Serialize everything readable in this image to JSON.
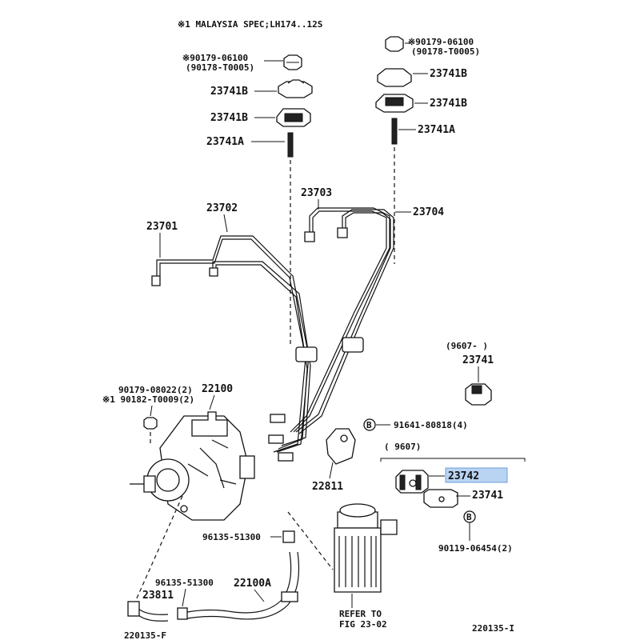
{
  "header": {
    "note": "※1 MALAYSIA SPEC;LH174..12S"
  },
  "labels": {
    "p90179_06100_left": "※90179-06100",
    "p90178_t0005_left": "(90178-T0005)",
    "p23741b_left_top": "23741B",
    "p23741b_left_bot": "23741B",
    "p23741a_left": "23741A",
    "p90179_06100_right": "※90179-06100",
    "p90178_t0005_right": "(90178-T0005)",
    "p23741b_right_top": "23741B",
    "p23741b_right_bot": "23741B",
    "p23741a_right": "23741A",
    "p23703": "23703",
    "p23704": "23704",
    "p23702": "23702",
    "p23701": "23701",
    "range_9607_open": "(9607-    )",
    "p23741_upper": "23741",
    "p90179_08022": "90179-08022(2)",
    "p22100": "22100",
    "p90182_t0009": "※1 90182-T0009(2)",
    "p91641_80818": "91641-80818(4)",
    "range_9607_close": "(     9607)",
    "p23742": "23742",
    "p23741_lower": "23741",
    "p22811": "22811",
    "p96135_51300_a": "96135-51300",
    "p90119_06454": "90119-06454(2)",
    "p96135_51300_b": "96135-51300",
    "p22100a": "22100A",
    "p23811": "23811",
    "refer_line1": "REFER TO",
    "refer_line2": "FIG 23-02",
    "footer_left": "220135-F",
    "footer_right": "220135-I"
  },
  "callout_letters": {
    "bolt_b": "B"
  },
  "highlight": {
    "part": "23742",
    "color": "#b9d3f2"
  }
}
